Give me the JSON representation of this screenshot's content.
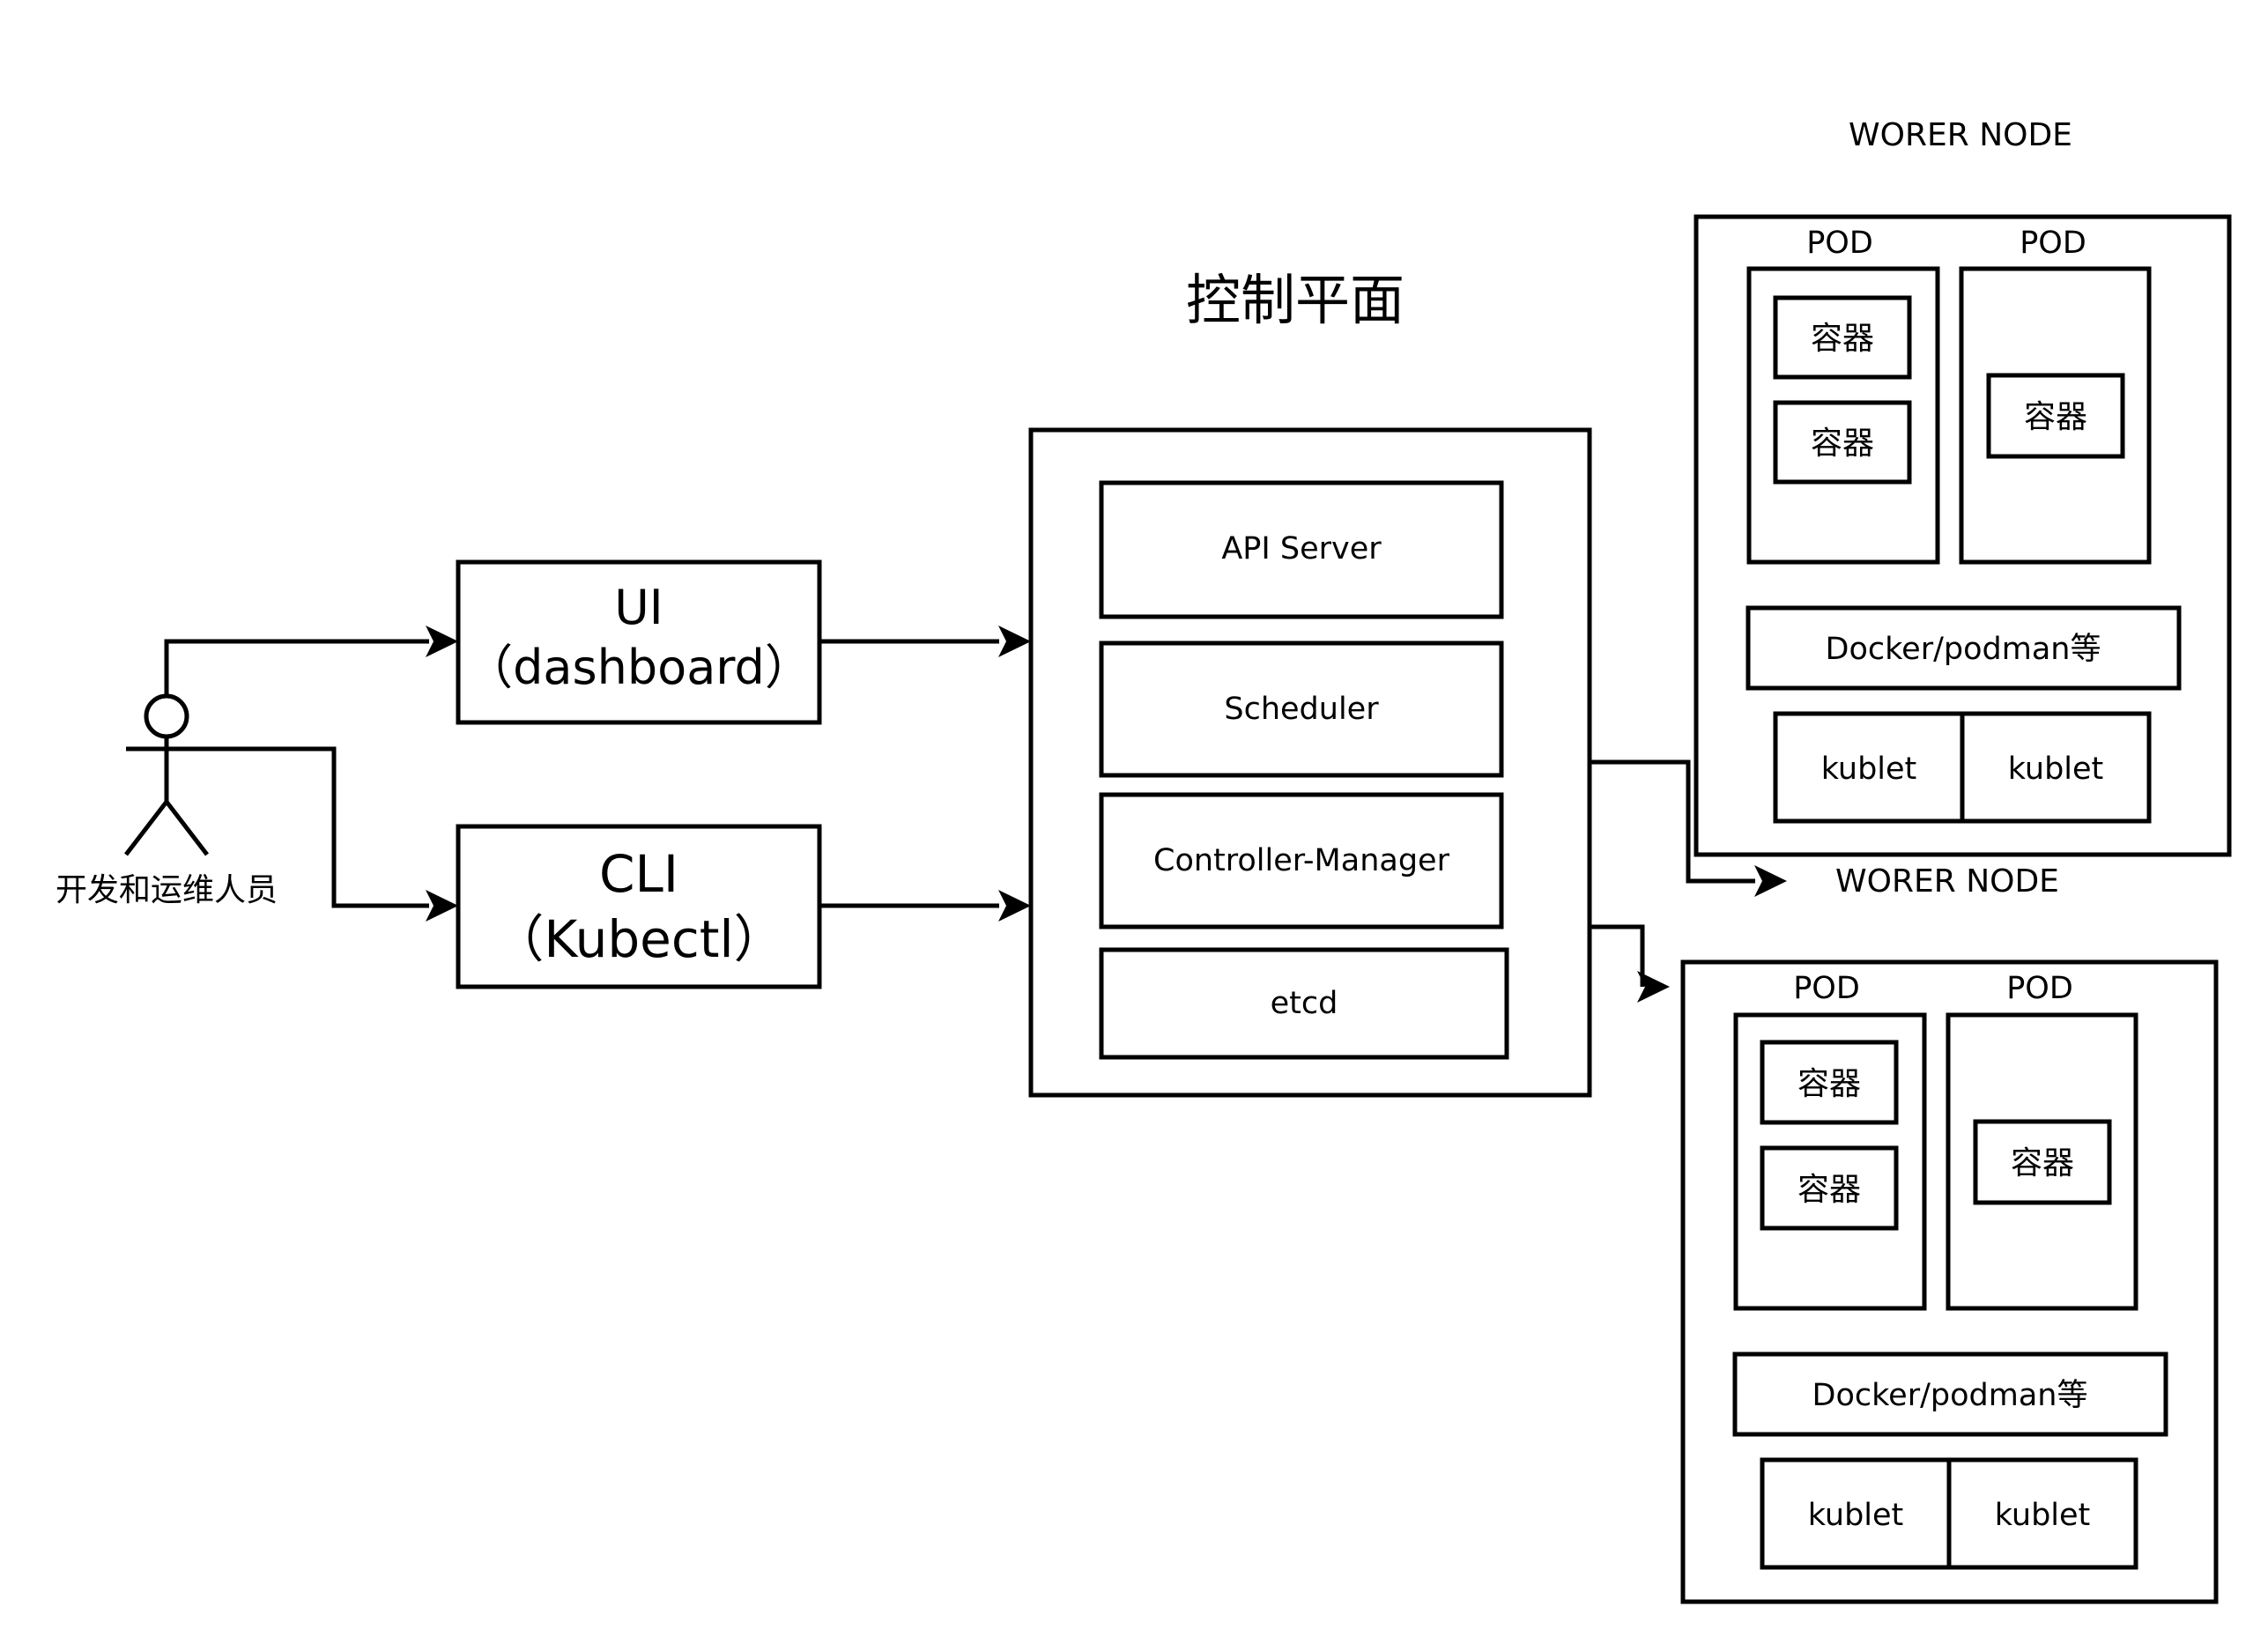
{
  "title": "控制平面",
  "actor": {
    "label": "开发和运维人员"
  },
  "clients": {
    "ui": {
      "line1": "UI",
      "line2": "（dashboard）"
    },
    "cli": {
      "line1": "CLI",
      "line2": "（Kubectl）"
    }
  },
  "control_plane": {
    "components": [
      "API Server",
      "Scheduler",
      "Controller-Manager",
      "etcd"
    ]
  },
  "worker_nodes": [
    {
      "label": "WORER NODE",
      "pods": [
        {
          "label": "POD",
          "containers": [
            "容器",
            "容器"
          ]
        },
        {
          "label": "POD",
          "containers": [
            "容器"
          ]
        }
      ],
      "runtime": "Docker/podman等",
      "kubelets": [
        "kublet",
        "kublet"
      ]
    },
    {
      "label": "WORER NODE",
      "pods": [
        {
          "label": "POD",
          "containers": [
            "容器",
            "容器"
          ]
        },
        {
          "label": "POD",
          "containers": [
            "容器"
          ]
        }
      ],
      "runtime": "Docker/podman等",
      "kubelets": [
        "kublet",
        "kublet"
      ]
    }
  ]
}
